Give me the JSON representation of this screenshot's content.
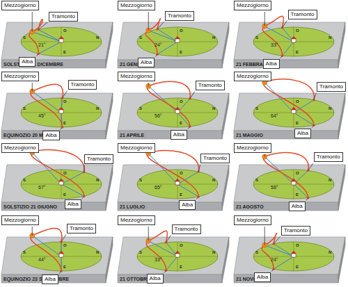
{
  "diagram": {
    "nodes": [
      {
        "text": [
          "Mezzogiorno"
        ]
      },
      {
        "text": [
          "Tramonto"
        ]
      },
      {
        "text": [
          "Alba"
        ]
      },
      {
        "text": [
          "Mezzogiorno"
        ]
      },
      {
        "text": [
          "Tramonto"
        ]
      },
      {
        "text": [
          "Alba"
        ]
      },
      {
        "text": [
          "Mezzogiorno"
        ]
      },
      {
        "text": [
          "Tramonto"
        ]
      },
      {
        "text": [
          "Alba"
        ]
      },
      {
        "text": [
          "Mezzogiorno"
        ]
      },
      {
        "text": [
          "Tramonto"
        ]
      },
      {
        "text": [
          "Alba"
        ]
      },
      {
        "text": [
          "Mezzogiorno"
        ]
      },
      {
        "text": [
          "Tramonto"
        ]
      },
      {
        "text": [
          "Alba"
        ]
      },
      {
        "text": [
          "Mezzogiorno"
        ]
      },
      {
        "text": [
          "Tramonto"
        ]
      },
      {
        "text": [
          "Alba"
        ]
      },
      {
        "text": [
          "Mezzogiorno"
        ]
      },
      {
        "text": [
          "Tramonto"
        ]
      },
      {
        "text": [
          "Alba"
        ]
      },
      {
        "text": [
          "Mezzogiorno"
        ]
      },
      {
        "text": [
          "Tramonto"
        ]
      },
      {
        "text": [
          "Alba"
        ]
      },
      {
        "text": [
          "Mezzogiorno"
        ]
      },
      {
        "text": [
          "Tramonto"
        ]
      },
      {
        "text": [
          "Alba"
        ]
      },
      {
        "text": [
          "Mezzogiorno"
        ]
      },
      {
        "text": [
          "Tramonto"
        ]
      },
      {
        "text": [
          "Alba"
        ]
      },
      {
        "text": [
          "Mezzogiorno"
        ]
      },
      {
        "text": [
          "Tramonto"
        ]
      },
      {
        "text": [
          "Alba"
        ]
      },
      {
        "text": [
          "Mezzogiorno"
        ]
      },
      {
        "text": [
          "Tramonto"
        ]
      },
      {
        "text": [
          "Alba"
        ]
      }
    ],
    "labels": [
      "SOLSTIZIO 21 DICEMBRE",
      "21°",
      "S",
      "O",
      "N",
      "E",
      "21 GENNAIO",
      "24°",
      "S",
      "O",
      "N",
      "E",
      "21 FEBBRAIO",
      "33°",
      "S",
      "O",
      "N",
      "E",
      "EQUINOZIO 20 MARZO",
      "45°",
      "S",
      "O",
      "N",
      "E",
      "21 APRILE",
      "56°",
      "S",
      "O",
      "N",
      "E",
      "21 MAGGIO",
      "64°",
      "S",
      "O",
      "N",
      "E",
      "SOLSTIZIO 21 GIUGNO",
      "67°",
      "S",
      "O",
      "N",
      "E",
      "21 LUGLIO",
      "65°",
      "S",
      "O",
      "N",
      "E",
      "21 AGOSTO",
      "58°",
      "S",
      "O",
      "N",
      "E",
      "EQUINOZIO 23 SETTEMBRE",
      "44°",
      "S",
      "O",
      "N",
      "E",
      "21 OTTOBRE",
      "33°",
      "S",
      "O",
      "N",
      "E",
      "21 NOVEMBRE",
      "24°",
      "S",
      "O",
      "N",
      "E"
    ]
  }
}
